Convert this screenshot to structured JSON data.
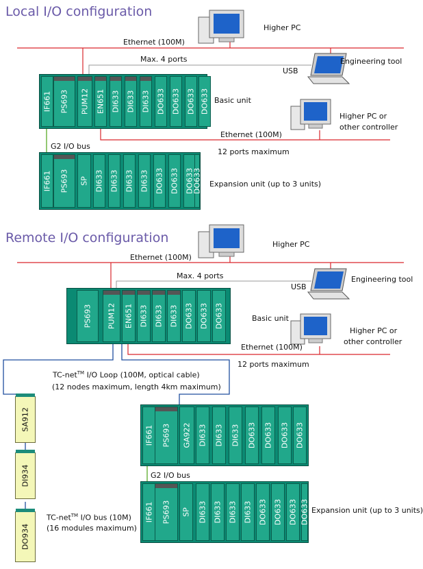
{
  "local": {
    "title": "Local I/O configuration",
    "higher_pc": "Higher PC",
    "ethernet_top": "Ethernet (100M)",
    "max_ports": "Max. 4 ports",
    "usb": "USB",
    "eng_tool": "Engineering tool",
    "basic_unit": "Basic unit",
    "higher_pc2_line1": "Higher PC or",
    "higher_pc2_line2": "other controller",
    "ethernet_bottom": "Ethernet (100M)",
    "ports12": "12 ports maximum",
    "g2_bus": "G2 I/O bus",
    "expansion": "Expansion unit (up to 3 units)",
    "basic_modules": [
      "IF661",
      "PS693",
      "PUM12",
      "EN651",
      "DI633",
      "DI633",
      "DI633",
      "DO633",
      "DO633",
      "DO633",
      "DO633"
    ],
    "exp_modules": [
      "IF661",
      "PS693",
      "SP",
      "DI633",
      "DI633",
      "DI633",
      "DI633",
      "DO633",
      "DO633",
      "DO633",
      "DO633"
    ]
  },
  "remote": {
    "title": "Remote I/O configuration",
    "higher_pc": "Higher PC",
    "ethernet_top": "Ethernet (100M)",
    "max_ports": "Max. 4 ports",
    "usb": "USB",
    "eng_tool": "Engineering tool",
    "basic_unit": "Basic unit",
    "higher_pc2_line1": "Higher PC or",
    "higher_pc2_line2": "other controller",
    "ethernet_bottom": "Ethernet (100M)",
    "ports12": "12 ports maximum",
    "tcnet_loop_pre": "TC-net",
    "tcnet_loop_sup": "TM",
    "tcnet_loop_post": " I/O Loop (100M, optical cable)",
    "tcnet_loop_line2": "(12 nodes maximum, length 4km maximum)",
    "tcnet_bus_pre": "TC-net",
    "tcnet_bus_sup": "TM",
    "tcnet_bus_post": " I/O bus (10M)",
    "tcnet_bus_line2": "(16 modules maximum)",
    "g2_bus": "G2 I/O bus",
    "expansion": "Expansion unit (up to 3 units)",
    "basic_modules": [
      "PS693",
      "PUM12",
      "EN651",
      "DI633",
      "DI633",
      "DI633",
      "DO633",
      "DO633",
      "DO633"
    ],
    "remote_modules": [
      "IF661",
      "PS693",
      "GA922",
      "DI633",
      "DI633",
      "DI633",
      "DO633",
      "DO633",
      "DO633",
      "DO633"
    ],
    "exp_modules": [
      "IF661",
      "PS693",
      "SP",
      "DI633",
      "DI633",
      "DI633",
      "DI633",
      "DO633",
      "DO633",
      "DO633",
      "DO633"
    ],
    "side_modules": [
      "SA912",
      "DI934",
      "DO934"
    ]
  },
  "colors": {
    "heading": "#6a5aa8",
    "ethernet": "#d9262c",
    "rack": "#0b8a73",
    "module": "#21a88b",
    "tcnet": "#1f4e9e",
    "g2bus": "#6fb544"
  }
}
